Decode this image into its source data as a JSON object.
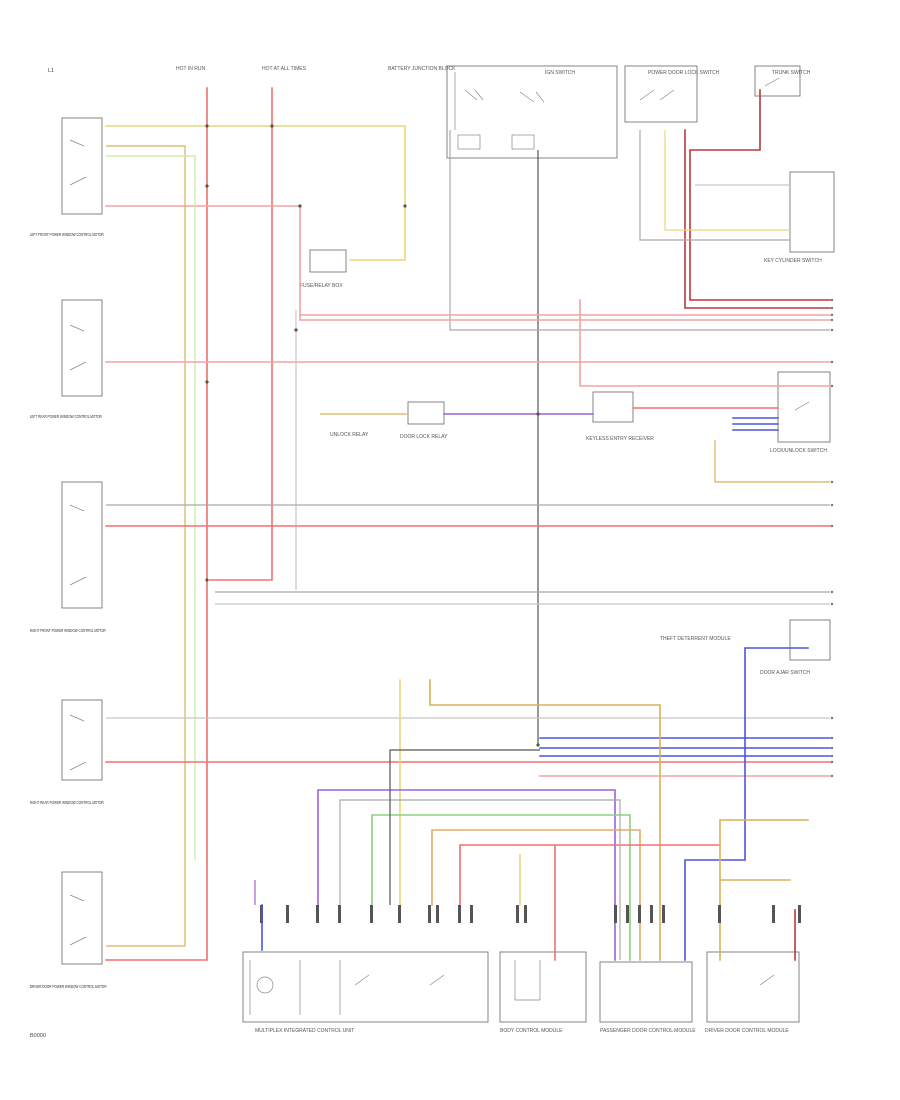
{
  "page": {
    "id_label": "L1",
    "footer_code": "B0000"
  },
  "header_labels": {
    "fuse_a": "HOT IN RUN",
    "fuse_b": "HOT AT ALL TIMES",
    "battery_junction": "BATTERY JUNCTION BLOCK",
    "ignition_switch": "IGN SWITCH",
    "power_door_lock_switch": "POWER DOOR LOCK SWITCH",
    "trunk_switch": "TRUNK SWITCH"
  },
  "component_labels": {
    "left_front": "LEFT FRONT POWER WINDOW CONTROL MOTOR",
    "right_front": "RIGHT FRONT POWER WINDOW CONTROL MOTOR",
    "left_rear": "LEFT REAR POWER WINDOW CONTROL MOTOR",
    "right_rear": "RIGHT REAR POWER WINDOW CONTROL MOTOR",
    "driver_door": "DRIVER DOOR POWER WINDOW CONTROL MOTOR",
    "fuse_relay": "FUSE/RELAY BOX",
    "door_lock_relay": "DOOR LOCK RELAY",
    "unlock_relay": "UNLOCK RELAY",
    "keyless_entry": "KEYLESS ENTRY RECEIVER",
    "lock_unlock_switch": "LOCK/UNLOCK SWITCH",
    "key_cylinder": "KEY CYLINDER SWITCH",
    "door_ajar": "DOOR AJAR SWITCH",
    "theft_module": "THEFT DETERRENT MODULE",
    "multiplex_unit": "MULTIPLEX INTEGRATED CONTROL UNIT",
    "body_control": "BODY CONTROL MODULE",
    "pass_door_module": "PASSENGER DOOR CONTROL MODULE",
    "driver_door_module": "DRIVER DOOR CONTROL MODULE"
  },
  "wire_colors": {
    "yellow": "#e9d77a",
    "tan": "#d9b25a",
    "red": "#f07070",
    "pink": "#f3a3a3",
    "dark_red": "#b8383a",
    "gray": "#a9a9a9",
    "dark_gray": "#555555",
    "light_gray": "#c8c8c8",
    "blue": "#4a55e0",
    "light_blue": "#9aa8ff",
    "purple": "#a060d8",
    "green": "#8fd080",
    "light_green": "#c9e8a4",
    "orange": "#e8a868"
  }
}
